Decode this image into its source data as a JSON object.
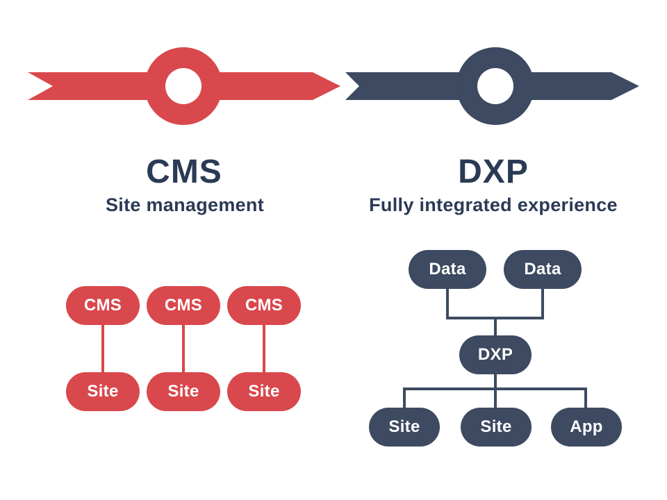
{
  "colors": {
    "red": "#D9484C",
    "navy": "#3D4A61",
    "heading": "#2B3A55",
    "white": "#FFFFFF"
  },
  "timeline": {
    "cms": {
      "title": "CMS",
      "subtitle": "Site management"
    },
    "dxp": {
      "title": "DXP",
      "subtitle": "Fully integrated experience"
    }
  },
  "cms_diagram": {
    "columns": [
      {
        "parent": "CMS",
        "child": "Site"
      },
      {
        "parent": "CMS",
        "child": "Site"
      },
      {
        "parent": "CMS",
        "child": "Site"
      }
    ]
  },
  "dxp_diagram": {
    "sources": [
      "Data",
      "Data"
    ],
    "hub": "DXP",
    "leaves": [
      "Site",
      "Site",
      "App"
    ]
  }
}
